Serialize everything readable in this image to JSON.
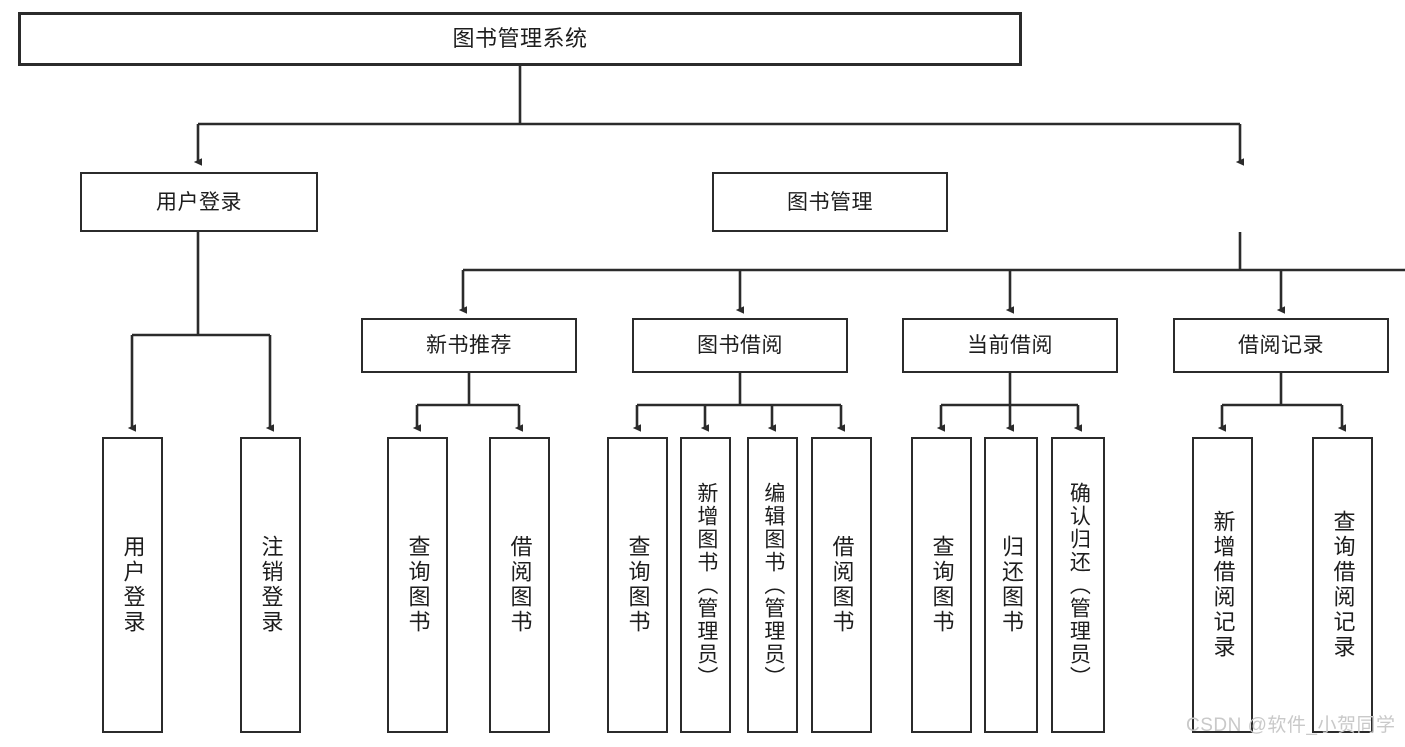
{
  "diagram": {
    "type": "tree-hierarchy",
    "title": "图书管理系统",
    "root": {
      "label": "图书管理系统"
    },
    "level2": [
      {
        "label": "用户登录"
      },
      {
        "label": "图书管理"
      }
    ],
    "level3": [
      {
        "label": "新书推荐"
      },
      {
        "label": "图书借阅"
      },
      {
        "label": "当前借阅"
      },
      {
        "label": "借阅记录"
      }
    ],
    "leaves": {
      "user_login": [
        {
          "label": "用户登录"
        },
        {
          "label": "注销登录"
        }
      ],
      "new_book_recommend": [
        {
          "label": "查询图书"
        },
        {
          "label": "借阅图书"
        }
      ],
      "book_borrow": [
        {
          "label": "查询图书"
        },
        {
          "label": "新增图书（管理员）"
        },
        {
          "label": "编辑图书（管理员）"
        },
        {
          "label": "借阅图书"
        }
      ],
      "current_borrow": [
        {
          "label": "查询图书"
        },
        {
          "label": "归还图书"
        },
        {
          "label": "确认归还（管理员）"
        }
      ],
      "borrow_record": [
        {
          "label": "新增借阅记录"
        },
        {
          "label": "查询借阅记录"
        }
      ]
    }
  },
  "watermark": {
    "text": "CSDN @软件_小贺同学"
  },
  "colors": {
    "stroke": "#2b2b2b",
    "background": "#ffffff",
    "text": "#1d1d1d",
    "watermark": "#c9c9c9"
  }
}
